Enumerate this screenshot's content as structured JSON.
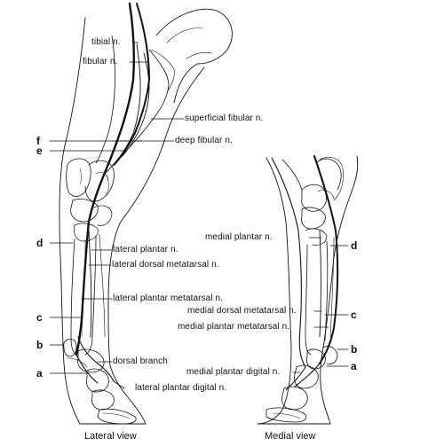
{
  "nerves_lateral": {
    "tibial": "tibial n.",
    "fibular": "fibular n.",
    "superficial_fibular": "superficial fibular n.",
    "deep_fibular": "deep fibular n.",
    "lateral_plantar": "lateral plantar n.",
    "lateral_dorsal_metatarsal": "lateral dorsal metatarsal n.",
    "lateral_plantar_metatarsal": "lateral plantar metatarsal n.",
    "dorsal_branch": "dorsal branch",
    "lateral_plantar_digital": "lateral plantar digital n."
  },
  "nerves_medial": {
    "medial_plantar": "medial plantar n.",
    "medial_dorsal_metatarsal": "medial dorsal metatarsal n.",
    "medial_plantar_metatarsal": "medial plantar metatarsal n.",
    "medial_plantar_digital": "medial plantar digital n."
  },
  "letters_left": {
    "f": "f",
    "e": "e",
    "d": "d",
    "c": "c",
    "b": "b",
    "a": "a"
  },
  "letters_right": {
    "d": "d",
    "c": "c",
    "b": "b",
    "a": "a"
  },
  "captions": {
    "lateral": "Lateral view",
    "medial": "Medial view"
  }
}
